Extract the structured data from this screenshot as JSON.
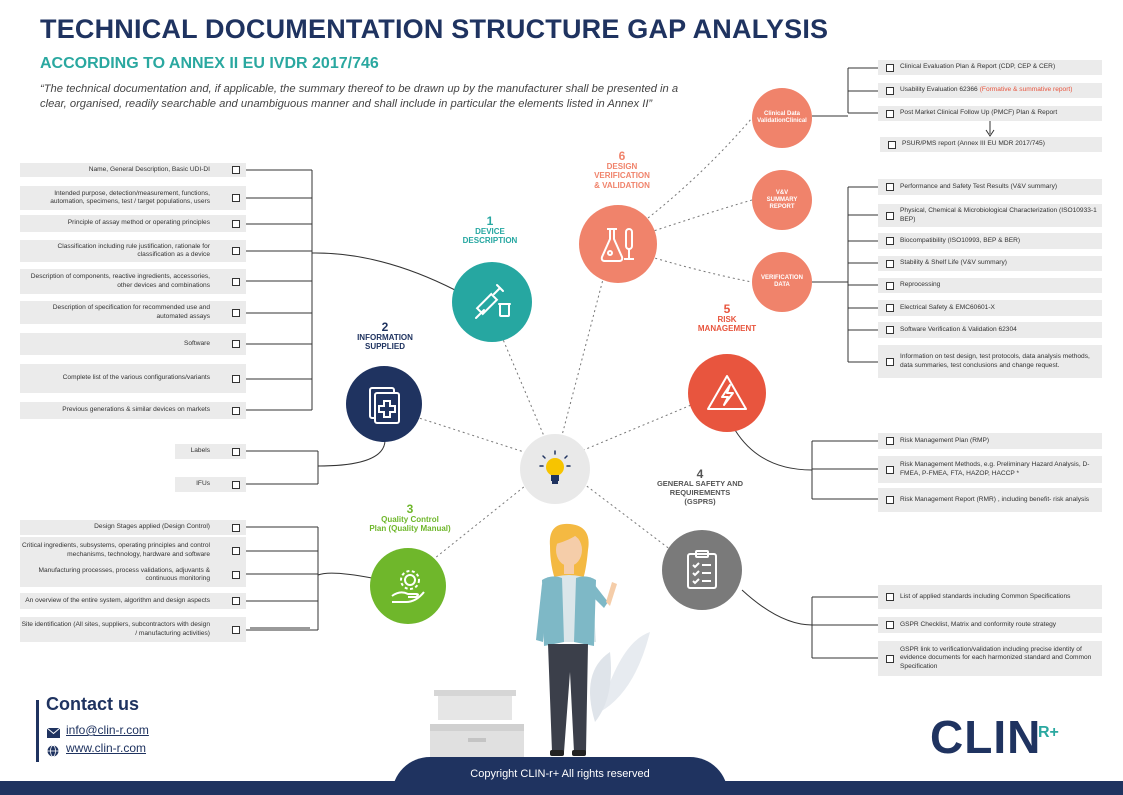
{
  "header": {
    "title": "TECHNICAL DOCUMENTATION STRUCTURE GAP ANALYSIS",
    "subtitle": "ACCORDING TO ANNEX II EU IVDR 2017/746",
    "quote": "“The technical documentation and, if applicable, the summary thereof to be drawn up by the manufacturer shall be presented in a clear, organised, readily searchable and unambiguous manner and shall include in particular the elements listed in Annex II”"
  },
  "sections": {
    "device": {
      "num": "1",
      "label": "DEVICE\nDESCRIPTION",
      "color": "#26a7a1",
      "icon": "syringe-icon"
    },
    "info": {
      "num": "2",
      "label": "INFORMATION\nSUPPLIED",
      "color": "#1f3360",
      "icon": "medical-document-icon"
    },
    "quality": {
      "num": "3",
      "label": "Quality Control\nPlan (Quality Manual)",
      "color": "#6fb72b",
      "icon": "gear-hand-icon"
    },
    "gspr": {
      "num": "4",
      "label": "GENERAL SAFETY AND\nREQUIREMENTS\n(GSPRS)",
      "color": "#7a7a7a",
      "icon": "checklist-icon"
    },
    "risk": {
      "num": "5",
      "label": "RISK\nMANAGEMENT",
      "color": "#e8553e",
      "icon": "warning-icon"
    },
    "design": {
      "num": "6",
      "label": "DESIGN\nVERIFICATION\n& VALIDATION",
      "color": "#f0836b",
      "icon": "lab-flask-icon"
    },
    "center": {
      "icon": "lightbulb-icon"
    }
  },
  "subnodes": {
    "clinical": "Clinical Data\nValidationClinical",
    "vv": "V&V\nSUMMARY\nREPORT",
    "verification": "VERIFICATION\nDATA"
  },
  "device_items": [
    "Name, General Description, Basic UDI-DI",
    "Intended purpose, detection/measurement, functions, automation, specimens, test / target populations, users",
    "Principle of assay method or operating principles",
    "Classification including rule justification, rationale for classification as a device",
    "Description of components, reactive ingredients, accessories, other devices and combinations",
    "Description of specification for recommended use and automated assays",
    "Software",
    "Complete list of the various configurations/variants",
    "Previous generations & similar devices on markets"
  ],
  "info_items": [
    "Labels",
    "IFUs"
  ],
  "quality_items": [
    "Design Stages applied (Design Control)",
    "Critical ingredients, subsystems, operating principles and control mechanisms, technology, hardware and software",
    "Manufacturing processes, process validations, adjuvants & continuous monitoring",
    "An overview of the entire system, algorithm and design aspects",
    "Site identification (All sites, suppliers, subcontractors with design / manufacturing activities)"
  ],
  "clinical_items": [
    "Clinical Evaluation Plan & Report (CDP, CEP & CER)",
    "Usability Evaluation 62366",
    "Post Market Clinical Follow Up (PMCF) Plan & Report",
    "PSUR/PMS report (Annex III EU MDR 2017/745)"
  ],
  "usability_note": "(Formative & summative report)",
  "verification_items": [
    "Performance and Safety Test Results (V&V summary)",
    "Physical, Chemical & Microbiological Characterization (ISO10933-1 BEP)",
    "Biocompatibility (ISO10993, BEP & BER)",
    "Stability & Shelf Life (V&V summary)",
    "Reprocessing",
    "Electrical Safety & EMC60601-X",
    "Software Verification & Validation 62304",
    "Information on test design, test protocols, data analysis methods, data summaries, test conclusions and change request."
  ],
  "risk_items": [
    "Risk Management Plan (RMP)",
    "Risk Management Methods, e.g. Preliminary Hazard Analysis, D-FMEA, P-FMEA, FTA, HAZOP, HACCP *",
    "Risk Management Report (RMR) , including benefit- risk analysis"
  ],
  "gspr_items": [
    "List of applied standards including Common Specifications",
    "GSPR Checklist, Matrix and conformity route strategy",
    "GSPR link to verification/validation including precise identity of evidence documents for each harmonized standard and Common Specification"
  ],
  "contact": {
    "title": "Contact us",
    "email": "info@clin-r.com",
    "website": "www.clin-r.com"
  },
  "footer": {
    "copyright": "Copyright CLIN-r+ All rights reserved"
  },
  "logo": {
    "main": "CLIN",
    "sup": "R+"
  },
  "colors": {
    "navy": "#1f3360",
    "teal": "#2aa8a0",
    "box": "#ebebeb",
    "orange_note": "#e8553e"
  }
}
